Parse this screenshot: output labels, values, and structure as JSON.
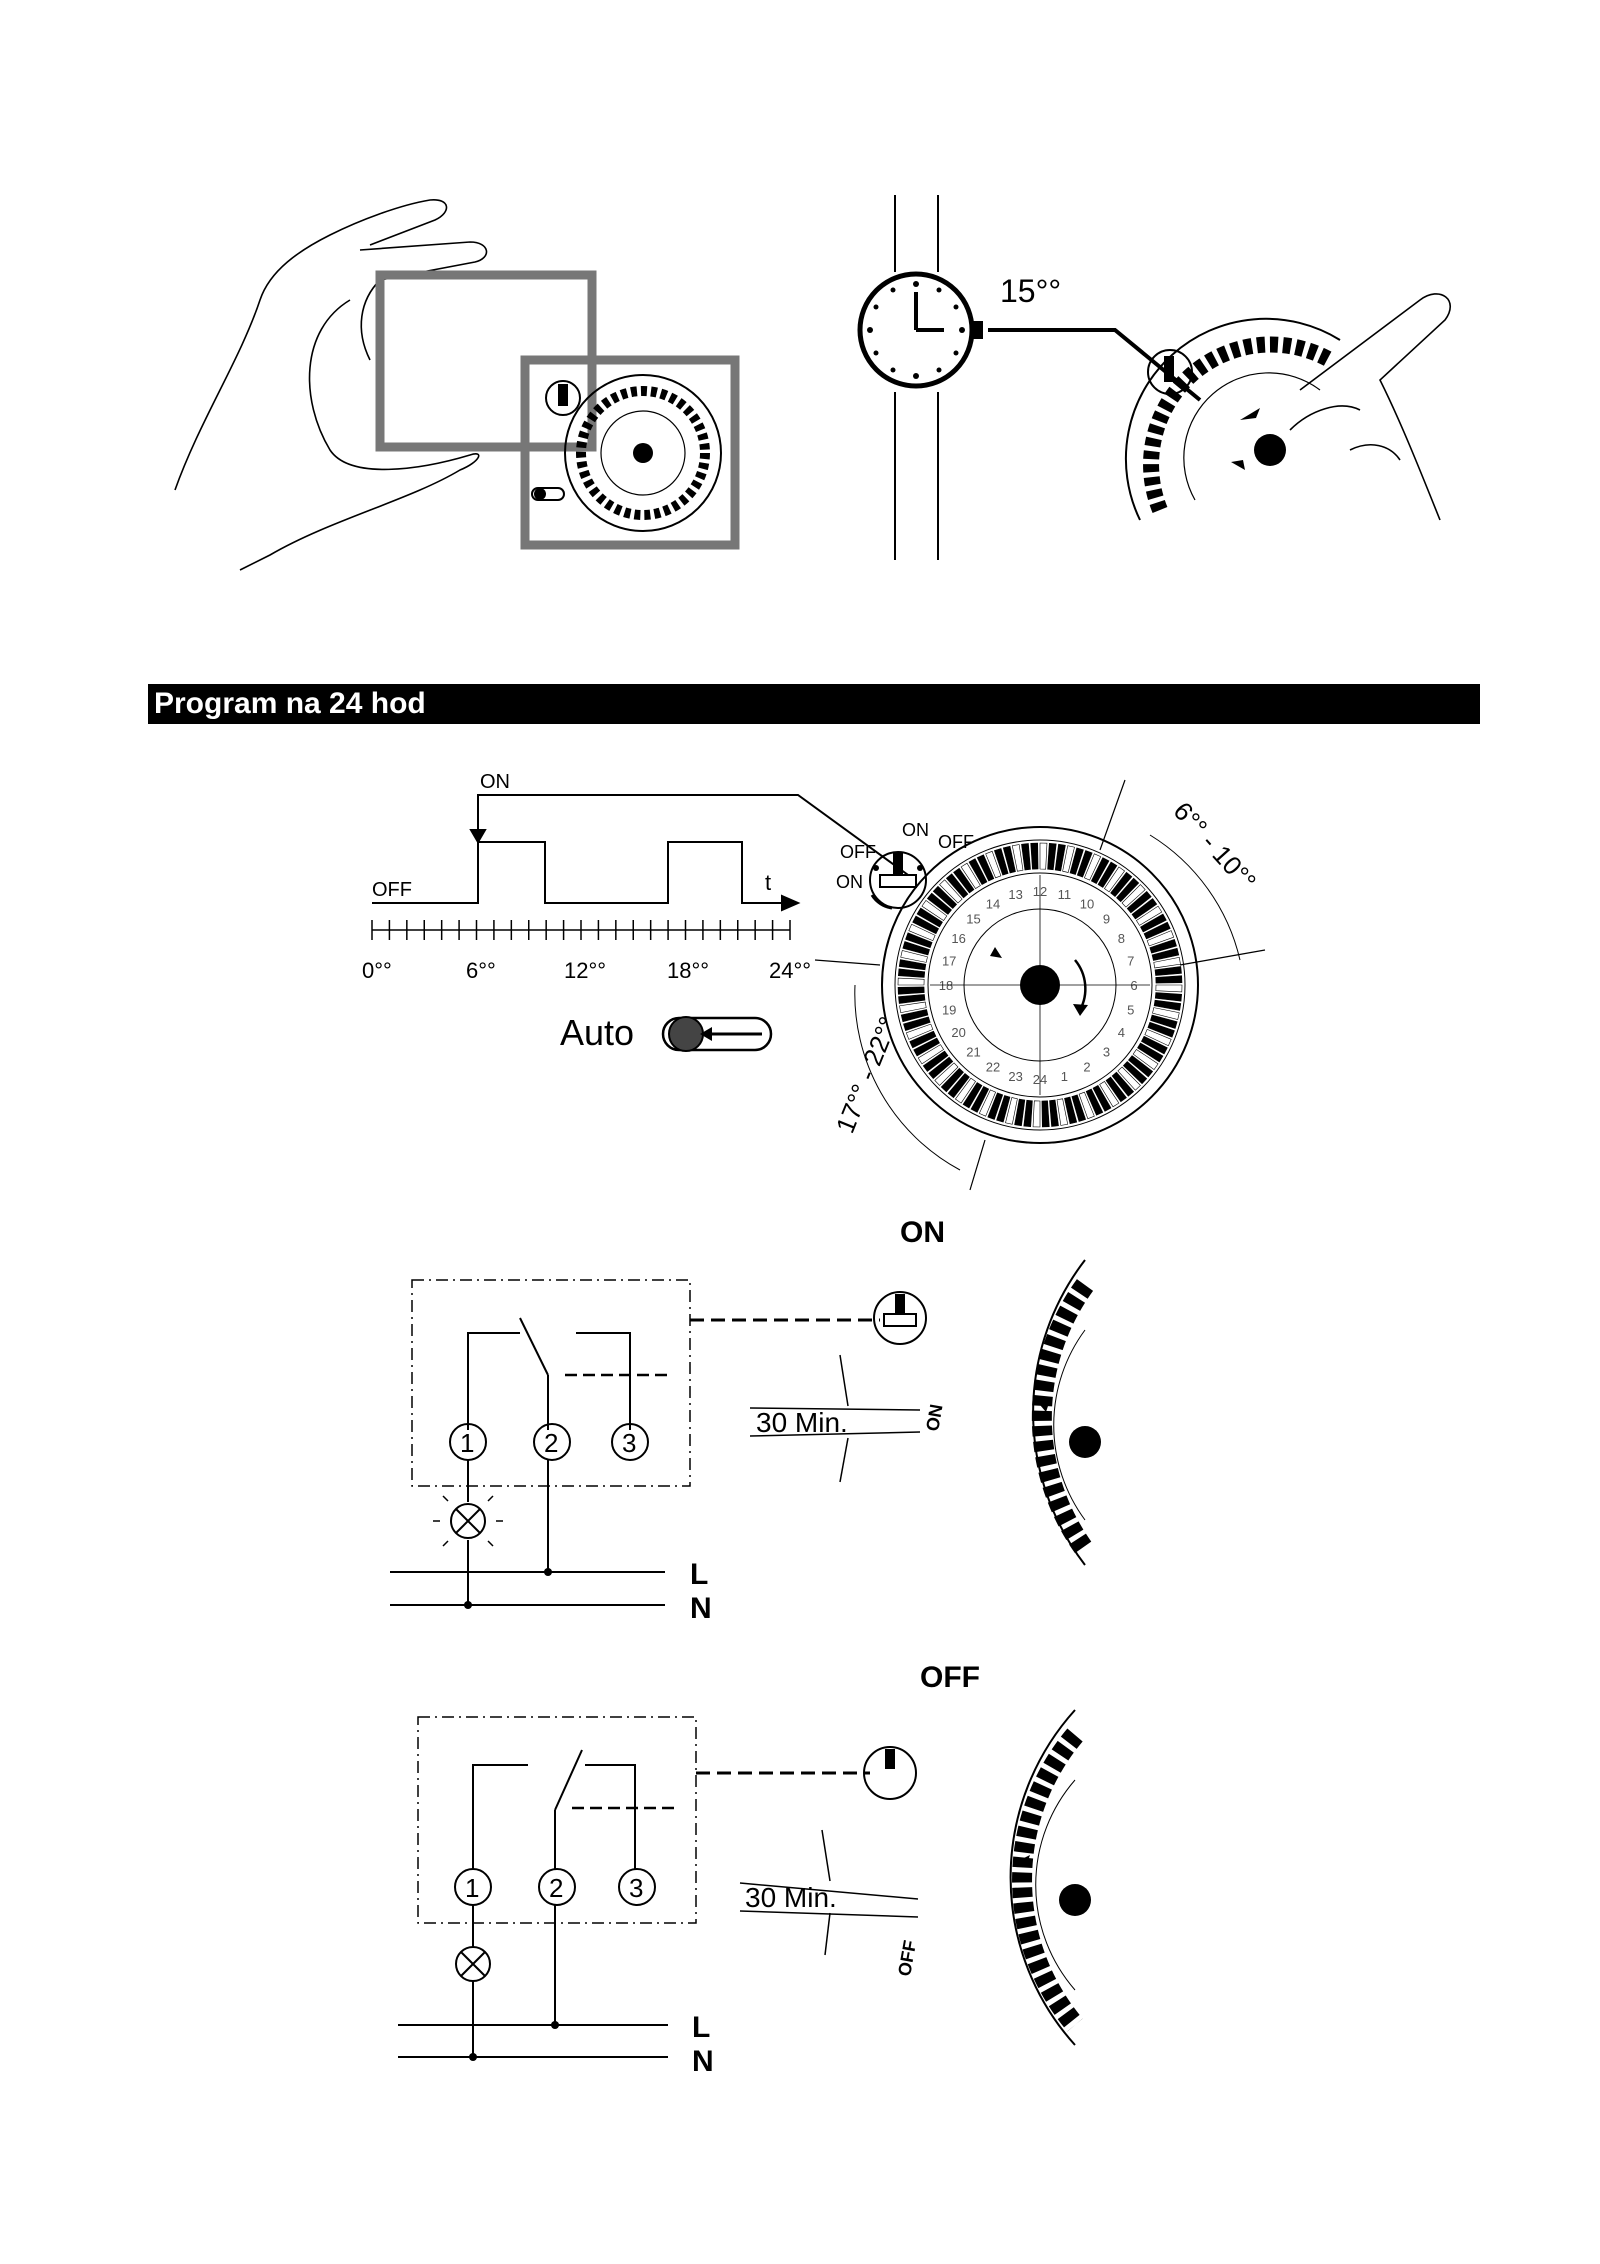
{
  "section": {
    "title": "Program na 24 hod"
  },
  "setting": {
    "time_label": "15°°"
  },
  "program": {
    "on_label": "ON",
    "off_label": "OFF",
    "t_label": "t",
    "ticks": [
      "0°°",
      "6°°",
      "12°°",
      "18°°",
      "24°°"
    ],
    "auto_label": "Auto",
    "range_morning": "6°° - 10°°",
    "range_evening": "17°° - 22°°",
    "selector_on": "ON",
    "selector_off": "OFF",
    "selector_on2": "ON"
  },
  "wiring_on": {
    "state": "ON",
    "duration": "30 Min.",
    "terminals": [
      "1",
      "2",
      "3"
    ],
    "line": "L",
    "neutral": "N",
    "sector": "ON"
  },
  "wiring_off": {
    "state": "OFF",
    "duration": "30 Min.",
    "terminals": [
      "1",
      "2",
      "3"
    ],
    "line": "L",
    "neutral": "N",
    "sector": "OFF"
  },
  "dial_numbers": [
    "1",
    "2",
    "3",
    "4",
    "5",
    "6",
    "7",
    "8",
    "9",
    "10",
    "11",
    "12",
    "13",
    "14",
    "15",
    "16",
    "17",
    "18",
    "19",
    "20",
    "21",
    "22",
    "23",
    "24"
  ]
}
